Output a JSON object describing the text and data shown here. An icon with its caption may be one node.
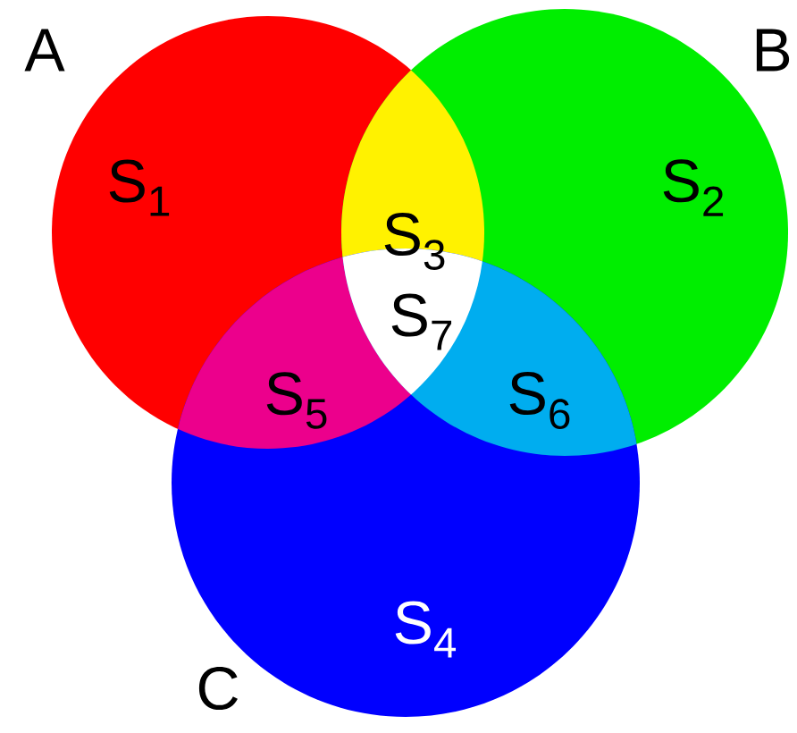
{
  "diagram": {
    "nodes": [
      {
        "text": [
          "A"
        ]
      },
      {
        "text": [
          "B"
        ]
      },
      {
        "text": [
          "C"
        ]
      }
    ],
    "labels": [
      "S$_{1}$",
      "S$_{3}$",
      "S$_{2}$",
      "S$_{7}$",
      "S$_{5}$",
      "S$_{6}$",
      "S$_{4}$"
    ]
  }
}
